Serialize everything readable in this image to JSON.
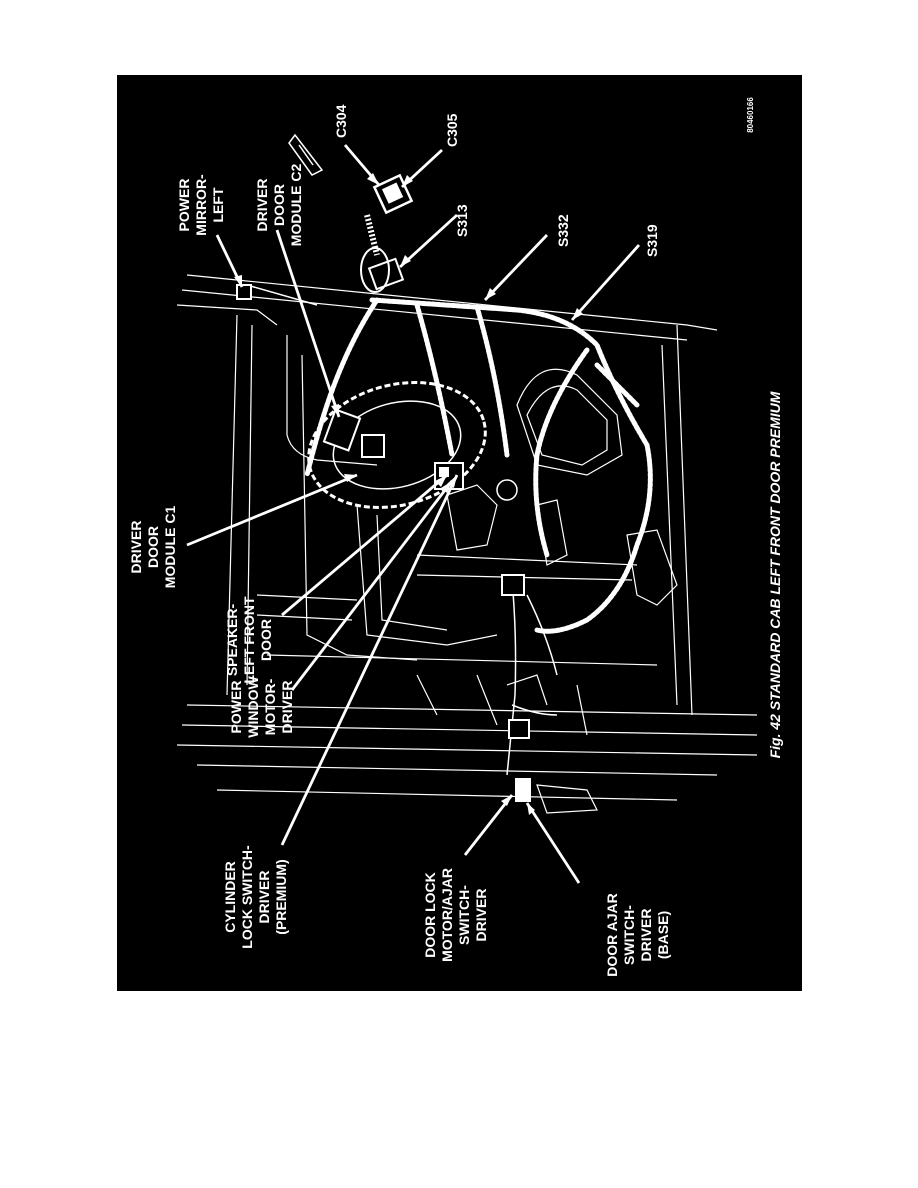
{
  "figure": {
    "caption": "Fig. 42 STANDARD CAB LEFT FRONT DOOR PREMIUM",
    "ref_code": "80460166"
  },
  "callouts": {
    "c304": [
      "C304"
    ],
    "c305": [
      "C305"
    ],
    "power_mirror": [
      "POWER",
      "MIRROR-",
      "LEFT"
    ],
    "driver_door_module_c2": [
      "DRIVER",
      "DOOR",
      "MODULE C2"
    ],
    "s313": [
      "S313"
    ],
    "s332": [
      "S332"
    ],
    "s319": [
      "S319"
    ],
    "driver_door_module_c1": [
      "DRIVER",
      "DOOR",
      "MODULE C1"
    ],
    "speaker": [
      "SPEAKER-",
      "LEFT FRONT",
      "DOOR"
    ],
    "power_window": [
      "POWER",
      "WINDOW",
      "MOTOR-",
      "DRIVER"
    ],
    "cylinder_lock": [
      "CYLINDER",
      "LOCK SWITCH-",
      "DRIVER",
      "(PREMIUM)"
    ],
    "door_lock_motor": [
      "DOOR LOCK",
      "MOTOR/AJAR",
      "SWITCH-",
      "DRIVER"
    ],
    "door_ajar": [
      "DOOR AJAR",
      "SWITCH-",
      "DRIVER",
      "(BASE)"
    ]
  }
}
